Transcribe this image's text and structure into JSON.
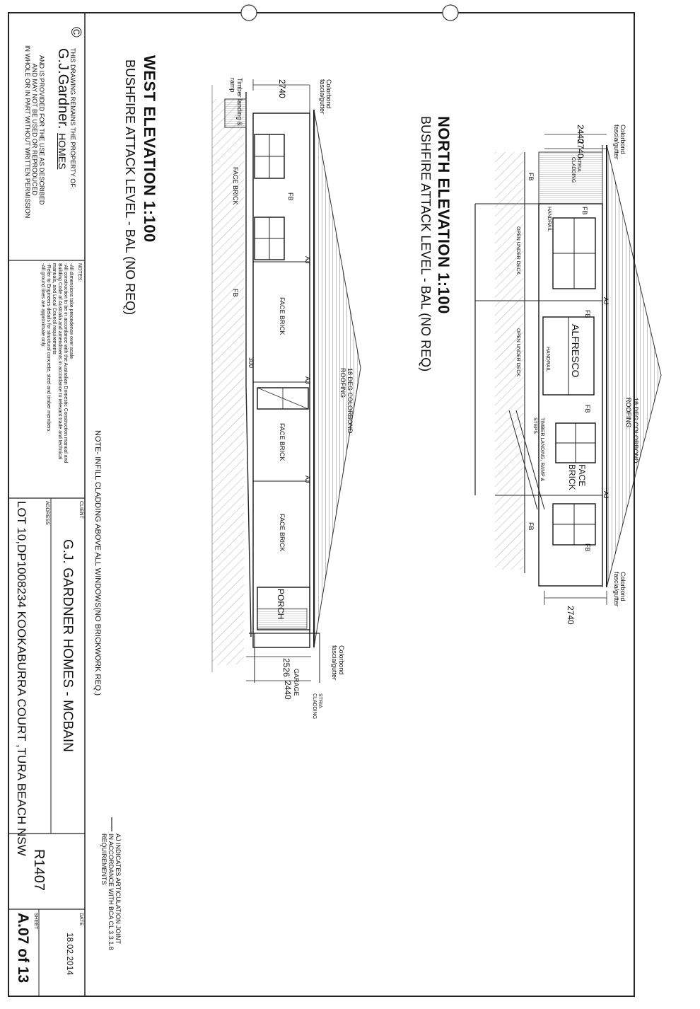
{
  "copyright_symbol": "©",
  "ownership": {
    "line1": "THIS DRAWING REMAINS THE PROPERTY OF:",
    "brand": "G.J.Gardner.",
    "brand_suffix": "HOMES",
    "line2": "AND IS PROVIDED FOR THE USE AS DESCRIBED",
    "line3": "AND MAY NOT BE USED OR REPRODUCED",
    "line4": "IN WHOLE OR IN PART WITHOUT WRITTEN PERMISSION"
  },
  "notes": {
    "heading": "NOTES:",
    "items": [
      "-All dimensions take precedence over scale",
      "-All construction to be in accordance with the Australian Domestic Construction manual and",
      "Building Code of Australia and amendments in accordance to relevant trade and technical",
      "manuals, and Local Council requirements",
      "-Refer to Engineers details for structural concrete, steel and timber members.",
      "-All ground lines are approximate only."
    ]
  },
  "titleblock": {
    "client_label": "CLIENT",
    "client": "G.J. GARDNER HOMES - MCBAIN",
    "address_label": "ADDRESS",
    "address": "LOT 10,DP1008234 KOOKABURRA COURT ,TURA BEACH NSW",
    "job_no": "R1407",
    "date_label": "DATE",
    "date": "18.02.2014",
    "sheet_label": "SHEET",
    "sheet": "A.07 of 13"
  },
  "general_note": "NOTE- INFILL CLADDING ABOVE ALL WINDOWS(NO BRICKWORK REQ.)",
  "aj_legend": {
    "line1": "AJ INDICATES ARTICULATION JOINT",
    "line2": "IN ACCORDANCE WITH BCA CL 3.3.1.8",
    "line3": "REQUIREMENTS"
  },
  "west_elevation": {
    "title": "WEST ELEVATION 1:100",
    "subtitle": "BUSHFIRE ATTACK LEVEL - BAL (NO REQ)",
    "labels": {
      "colorbond": "Colorbond",
      "fascia": "fascia/gutter",
      "colorbond2": "Colorbond",
      "fascia2": "fascia/gutter",
      "dim_top": "2740",
      "timber_landing": "Timber landing &",
      "ramp": "ramp",
      "fb1": "FB",
      "fb2": "FB",
      "face_brick_1": "FACE BRICK",
      "face_brick_2": "FACE BRICK",
      "face_brick_3": "FACE BRICK",
      "face_brick_4": "FACE BRICK",
      "aj1": "AJ",
      "aj2": "AJ",
      "aj3": "AJ",
      "dim_300": "300",
      "roofing1": "18 DEG COLORBOND",
      "roofing2": "ROOFING",
      "porch": "PORCH",
      "dim_2526": "2526",
      "garage": "GARAGE",
      "dim_2440": "2440",
      "stria": "STRIA",
      "cladding": "CLADDING"
    }
  },
  "north_elevation": {
    "title": "NORTH ELEVATION 1:100",
    "subtitle": "BUSHFIRE ATTACK LEVEL - BAL (NO REQ)",
    "labels": {
      "dim_2440": "2440",
      "dim_2740_top": "2740",
      "colorbond": "Colorbond",
      "fascia": "fascia/gutter",
      "stria": "STRIA",
      "cladding": "CLADDING",
      "fb_top": "FB",
      "fb_a": "FB",
      "handrail1": "HANDRAIL",
      "open_under_deck1": "OPEN UNDER DECK",
      "aj1": "AJ",
      "fb_b": "FB",
      "alfresco": "ALFRESCO",
      "handrail2": "HANDRAIL",
      "open_under_deck2": "OPEN UNDER DECK",
      "fb_c": "FB",
      "timber_landing": "TIMBER LANDING, RAMP &",
      "steps": "STEPS",
      "roofing1": "18 DEG COLORBOND",
      "roofing2": "ROOFING",
      "face": "FACE",
      "brick": "BRICK",
      "aj2": "AJ",
      "fb_d": "FB",
      "fb_e": "FB",
      "colorbond2": "Colorbond",
      "fascia2": "fascia/gutter",
      "dim_2740_bot": "2740"
    }
  }
}
